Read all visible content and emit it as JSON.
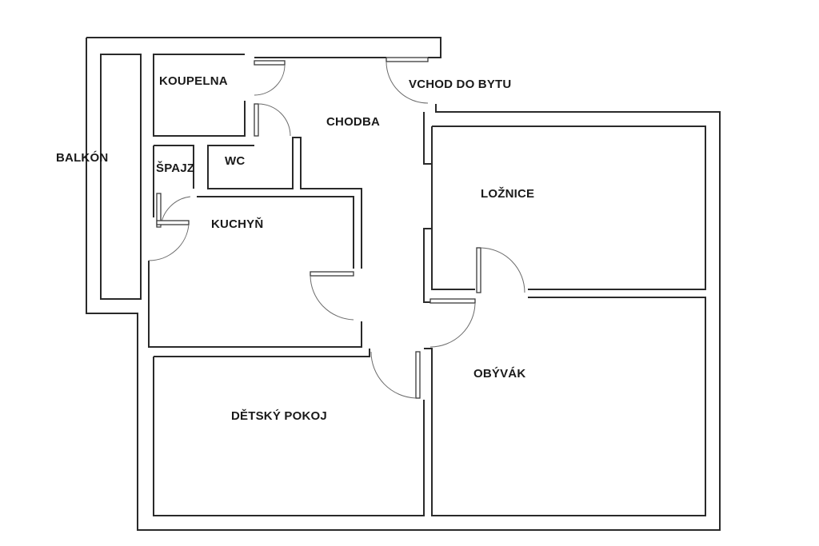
{
  "plan": {
    "wall_color": "#2a2a2a",
    "rooms": {
      "balcony": "BALKÓN",
      "bathroom": "KOUPELNA",
      "hallway": "CHODBA",
      "entrance": "VCHOD DO BYTU",
      "pantry": "ŠPAJZ",
      "toilet": "WC",
      "bedroom": "LOŽNICE",
      "kitchen": "KUCHYŇ",
      "living_room": "OBÝVÁK",
      "kids_room": "DĚTSKÝ POKOJ"
    }
  }
}
